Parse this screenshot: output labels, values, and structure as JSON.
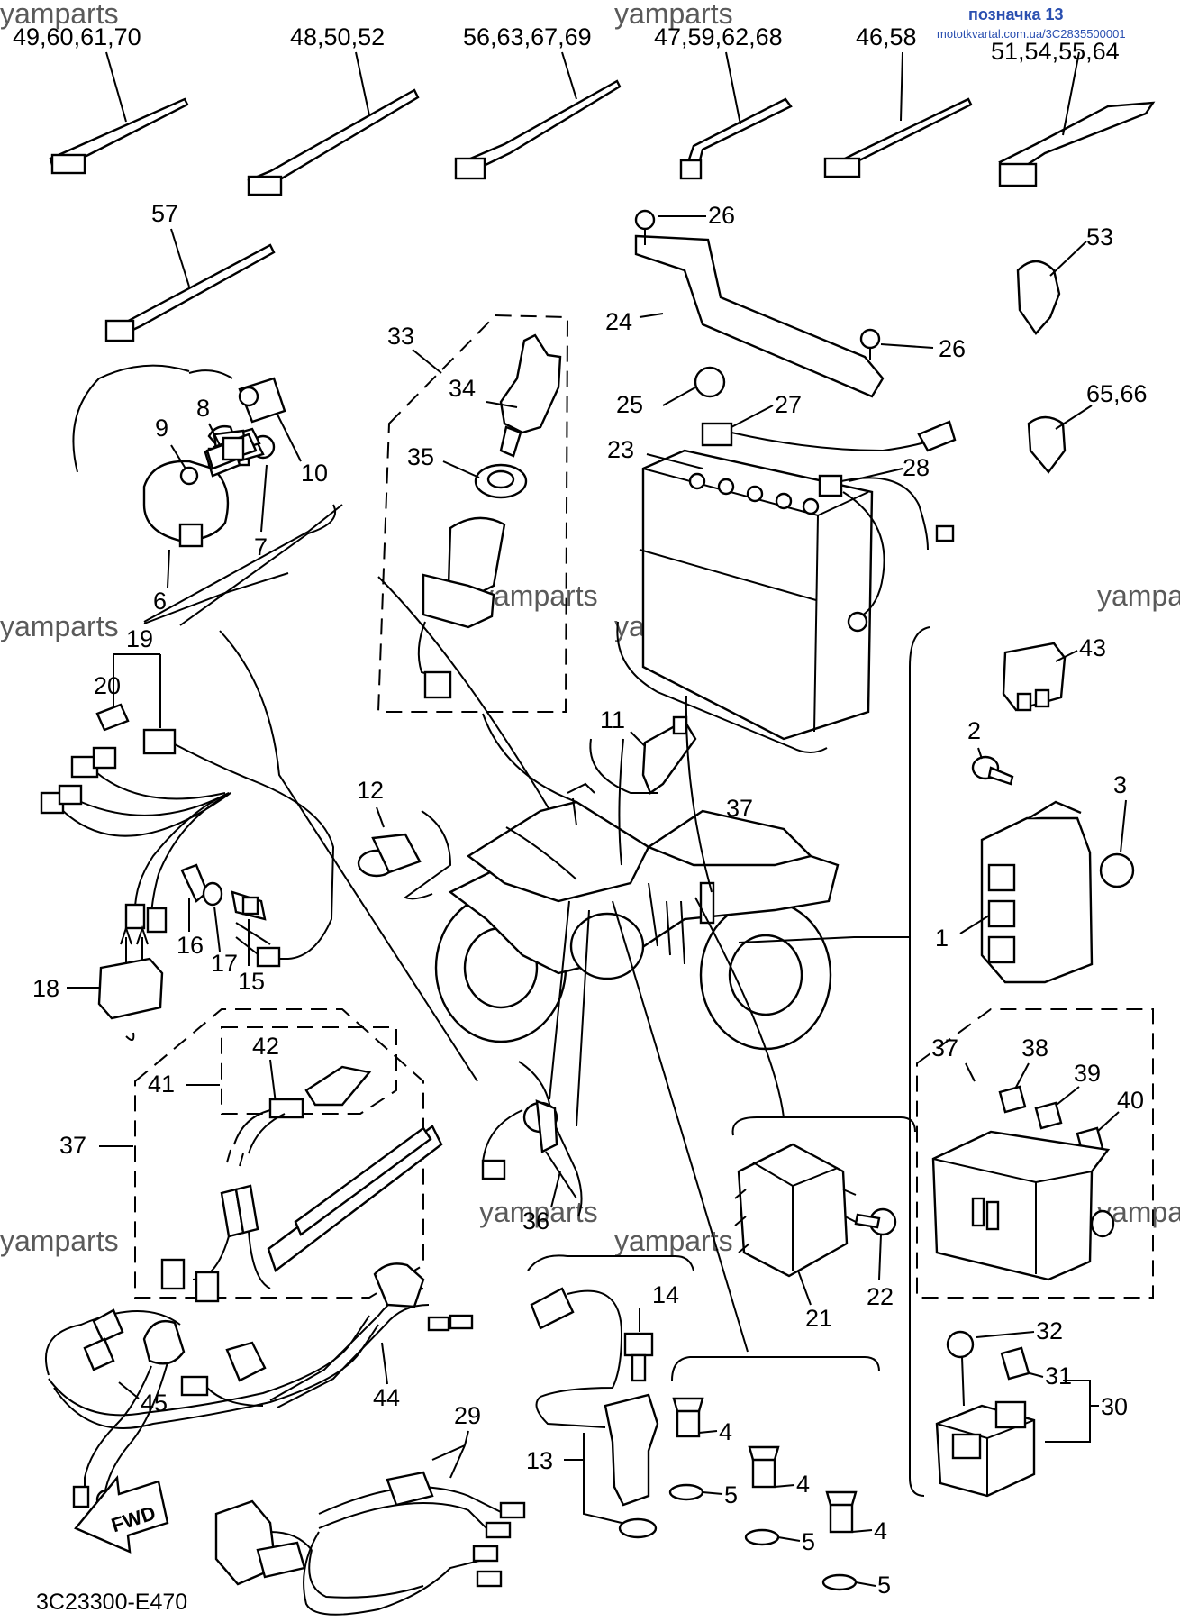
{
  "stamp": {
    "title": "позначка 13",
    "subtitle": "mototkvartal.com.ua/3C2835500001"
  },
  "watermarks": [
    "yamparts",
    "yamparts",
    "yamparts",
    "yamparts",
    "yamparts",
    "yamparts",
    "yamparts",
    "yamparts",
    "yamparts",
    "yamparts"
  ],
  "drawing_code": "3C23300-E470",
  "fwd_label": "FWD",
  "callouts": [
    "49,60,61,70",
    "48,50,52",
    "56,63,67,69",
    "47,59,62,68",
    "46,58",
    "51,54,55,64",
    "57",
    "26",
    "53",
    "24",
    "26",
    "33",
    "34",
    "35",
    "25",
    "27",
    "23",
    "28",
    "65,66",
    "8",
    "9",
    "10",
    "7",
    "6",
    "19",
    "20",
    "43",
    "2",
    "3",
    "1",
    "12",
    "11",
    "37",
    "16",
    "17",
    "15",
    "18",
    "42",
    "41",
    "37",
    "36",
    "37",
    "38",
    "39",
    "40",
    "21",
    "22",
    "14",
    "13",
    "4",
    "5",
    "4",
    "5",
    "4",
    "5",
    "32",
    "31",
    "30",
    "45",
    "44",
    "29"
  ]
}
